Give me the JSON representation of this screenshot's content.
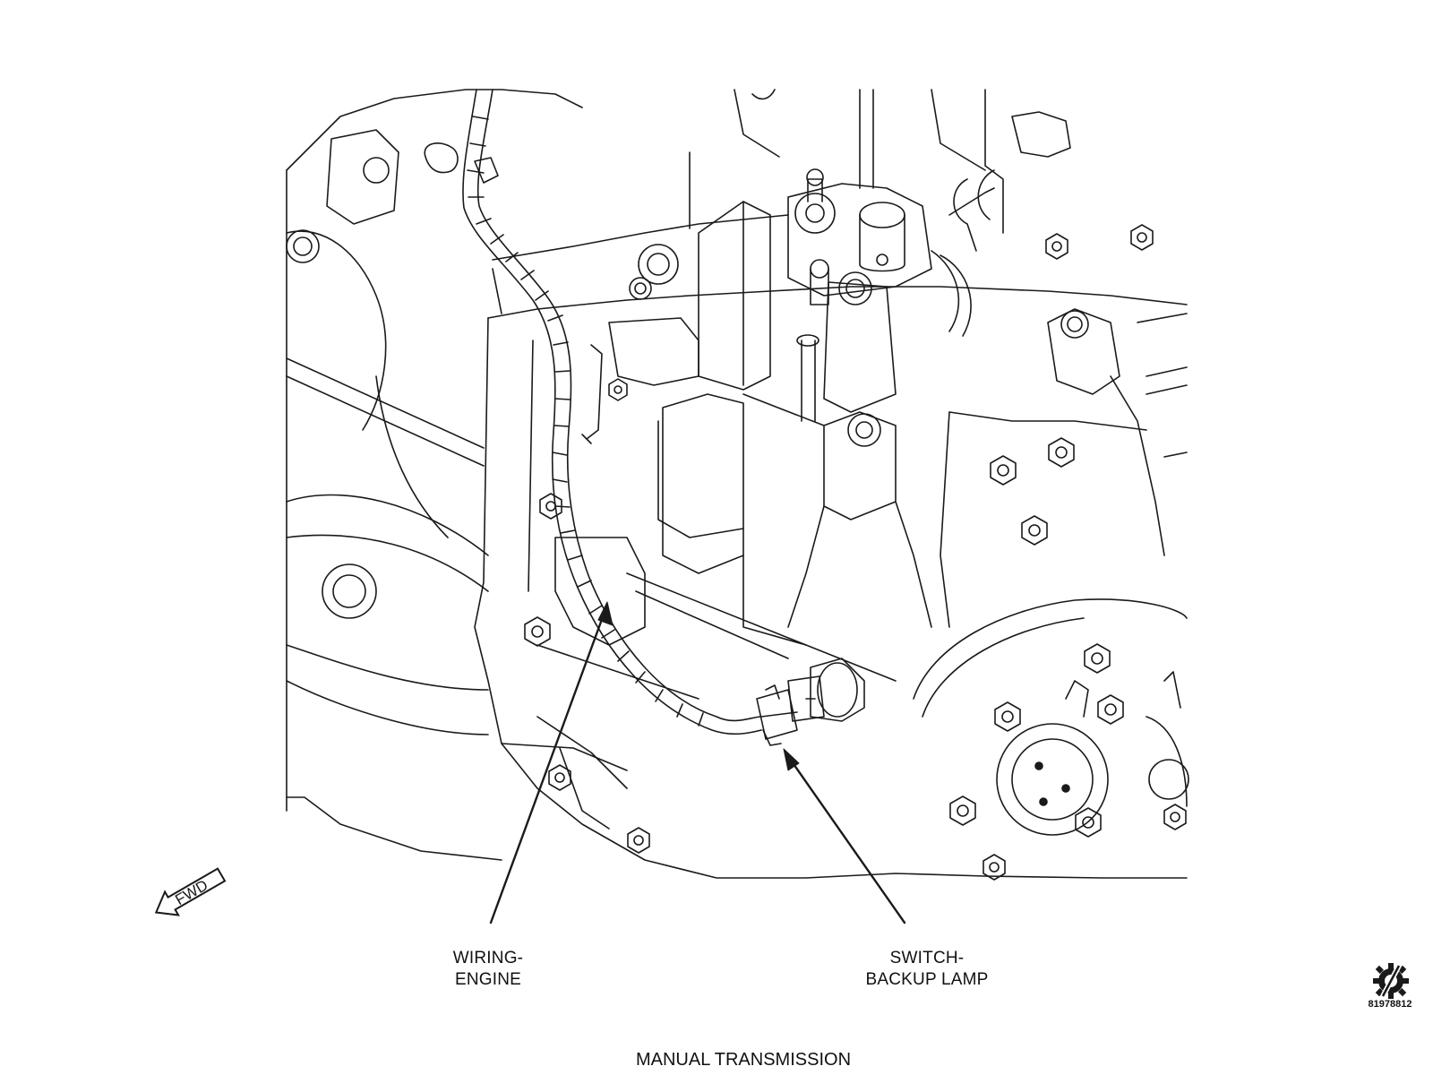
{
  "labels": {
    "wiring_line1": "WIRING-",
    "wiring_line2": "ENGINE",
    "switch_line1": "SWITCH-",
    "switch_line2": "BACKUP LAMP"
  },
  "fwd_arrow": {
    "text": "FWD"
  },
  "caption": "MANUAL TRANSMISSION",
  "figure_id": "81978812",
  "icons": {
    "direction": "forward-arrow-icon",
    "badge": "slashed-gear-icon"
  },
  "colors": {
    "line": "#1a1a1a",
    "background": "#ffffff"
  }
}
